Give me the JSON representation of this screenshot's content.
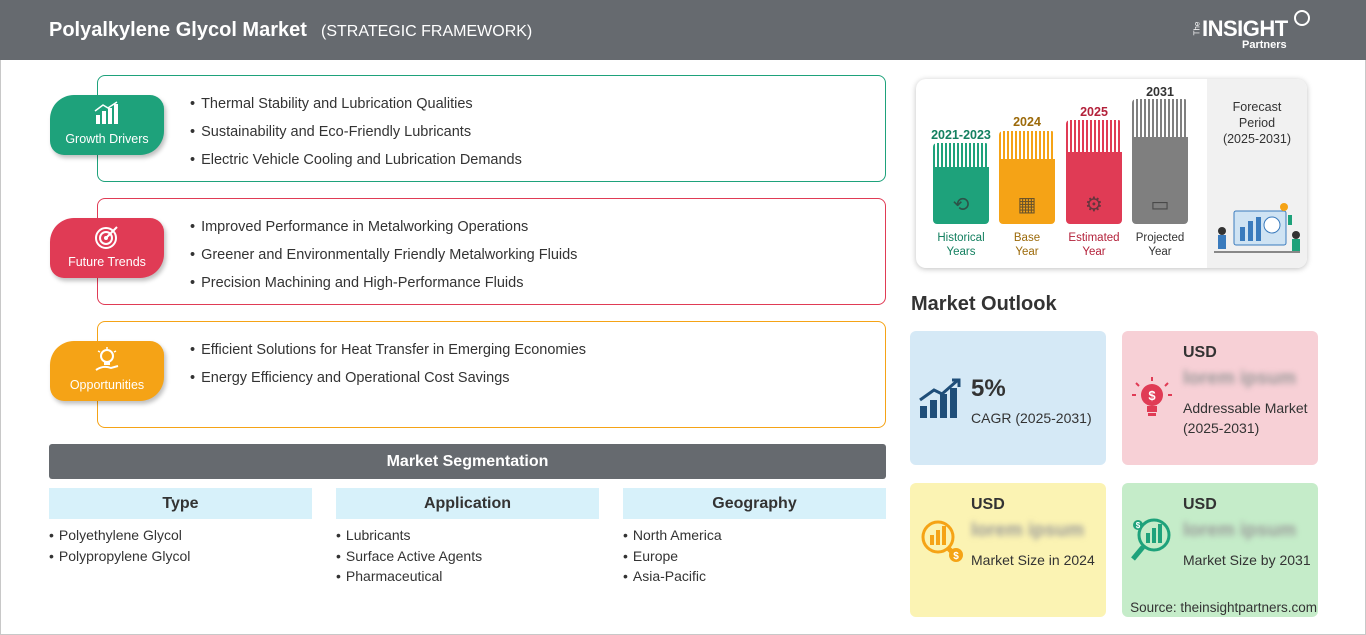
{
  "header": {
    "title": "Polyalkylene Glycol Market",
    "subtitle": "(STRATEGIC FRAMEWORK)"
  },
  "logo": {
    "the": "The",
    "insight": "INSIGHT",
    "partners": "Partners"
  },
  "framework": [
    {
      "label": "Growth Drivers",
      "color": "#1ea27b",
      "icon": "bar-chart-growth-icon",
      "items": [
        "Thermal Stability and Lubrication Qualities",
        "Sustainability and Eco-Friendly Lubricants",
        "Electric Vehicle Cooling and Lubrication Demands"
      ]
    },
    {
      "label": "Future Trends",
      "color": "#e03b55",
      "icon": "target-icon",
      "items": [
        "Improved Performance in Metalworking Operations",
        "Greener and Environmentally Friendly Metalworking Fluids",
        "Precision Machining and High-Performance Fluids"
      ]
    },
    {
      "label": "Opportunities",
      "color": "#f5a316",
      "icon": "lightbulb-hand-icon",
      "items": [
        "Efficient Solutions for Heat Transfer in Emerging Economies",
        "Energy Efficiency and Operational Cost Savings"
      ]
    }
  ],
  "segmentation": {
    "title": "Market Segmentation",
    "columns": [
      {
        "head": "Type",
        "items": [
          "Polyethylene Glycol",
          "Polypropylene Glycol"
        ]
      },
      {
        "head": "Application",
        "items": [
          "Lubricants",
          "Surface Active Agents",
          "Pharmaceutical"
        ]
      },
      {
        "head": "Geography",
        "items": [
          "North America",
          "Europe",
          "Asia-Pacific"
        ]
      }
    ]
  },
  "timeline": {
    "bars": [
      {
        "year": "2021-2023",
        "label1": "Historical",
        "label2": "Years",
        "color": "#1ea27b",
        "icon": "history-icon"
      },
      {
        "year": "2024",
        "label1": "Base",
        "label2": "Year",
        "color": "#f5a316",
        "icon": "calendar-icon"
      },
      {
        "year": "2025",
        "label1": "Estimated",
        "label2": "Year",
        "color": "#e03b55",
        "icon": "gears-icon"
      },
      {
        "year": "2031",
        "label1": "Projected",
        "label2": "Year",
        "color": "#7f7f7f",
        "icon": "presentation-icon"
      }
    ],
    "forecast_title": "Forecast Period",
    "forecast_range": "(2025-2031)"
  },
  "outlook": {
    "title": "Market Outlook",
    "cagr": {
      "value": "5%",
      "label": "CAGR (2025-2031)",
      "color": "#d5e9f6"
    },
    "addressable": {
      "currency": "USD",
      "value": "lorem ipsum",
      "label": "Addressable Market (2025-2031)",
      "color": "#f7d0d6"
    },
    "size_2024": {
      "currency": "USD",
      "value": "lorem ipsum",
      "label": "Market Size in 2024",
      "color": "#fbf3b3"
    },
    "size_2031": {
      "currency": "USD",
      "value": "lorem ipsum",
      "label": "Market Size by 2031",
      "color": "#c5ecc9"
    }
  },
  "source": "Source: theinsightpartners.com"
}
